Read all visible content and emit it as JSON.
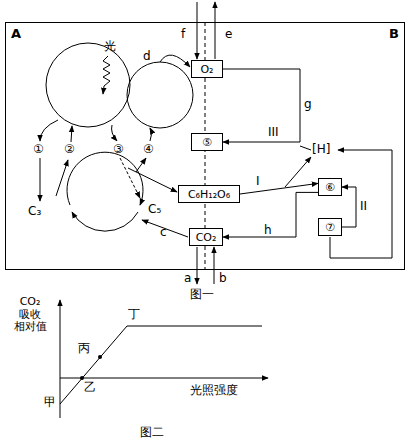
{
  "diagram": {
    "nodes": [
      {
        "text": [
          "A",
          "B"
        ]
      },
      {
        "text": [
          "O₂"
        ],
        "in": 0
      },
      {
        "text": [
          "⑤"
        ],
        "in": 0
      },
      {
        "text": [
          "C₆H₁₂O₆"
        ],
        "in": 0
      },
      {
        "text": [
          "CO₂"
        ],
        "in": 0
      },
      {
        "text": [
          "⑥"
        ],
        "in": 0
      },
      {
        "text": [
          "⑦"
        ],
        "in": 0
      }
    ],
    "edges": [
      {
        "from": 1,
        "to": 2,
        "label": "g",
        "arrow": "to"
      },
      {
        "from": 3,
        "to": 5,
        "label": "I",
        "arrow": "to"
      },
      {
        "from": 6,
        "to": 5,
        "label": "II",
        "arrow": "to"
      },
      {
        "from": 5,
        "to": 4,
        "label": "h",
        "arrow": "to"
      }
    ],
    "labels": [
      "光",
      "①",
      "②",
      "③",
      "④",
      "C₃",
      "C₅",
      "d",
      "f",
      "e",
      "III",
      "[H]",
      "c",
      "a",
      "b",
      "图一",
      "CO₂ 吸收 相对值",
      "丁",
      "丙",
      "乙",
      "甲",
      "光照强度",
      "图二"
    ]
  }
}
